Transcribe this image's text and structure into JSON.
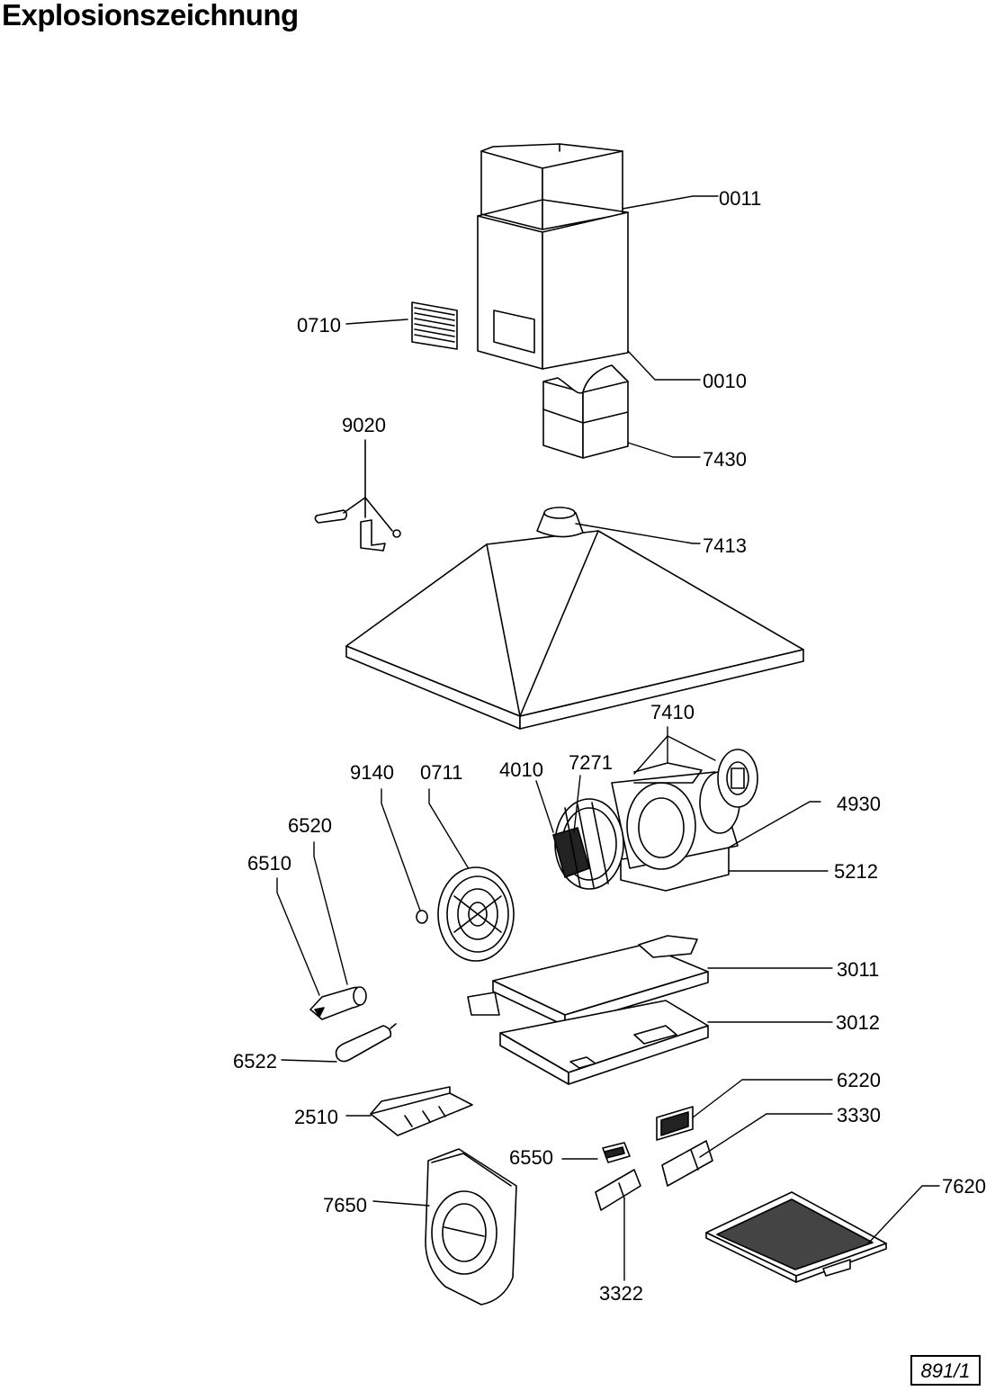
{
  "title": "Explosionszeichnung",
  "page_code": "891/1",
  "parts": {
    "p0011": "0011",
    "p0010": "0010",
    "p0710": "0710",
    "p7430": "7430",
    "p9020": "9020",
    "p7413": "7413",
    "p7410": "7410",
    "p9140": "9140",
    "p0711": "0711",
    "p4010": "4010",
    "p7271": "7271",
    "p4930": "4930",
    "p6520": "6520",
    "p6510": "6510",
    "p5212": "5212",
    "p3011": "3011",
    "p3012": "3012",
    "p6522": "6522",
    "p6220": "6220",
    "p2510": "2510",
    "p3330": "3330",
    "p6550": "6550",
    "p7620": "7620",
    "p7650": "7650",
    "p3322": "3322"
  }
}
